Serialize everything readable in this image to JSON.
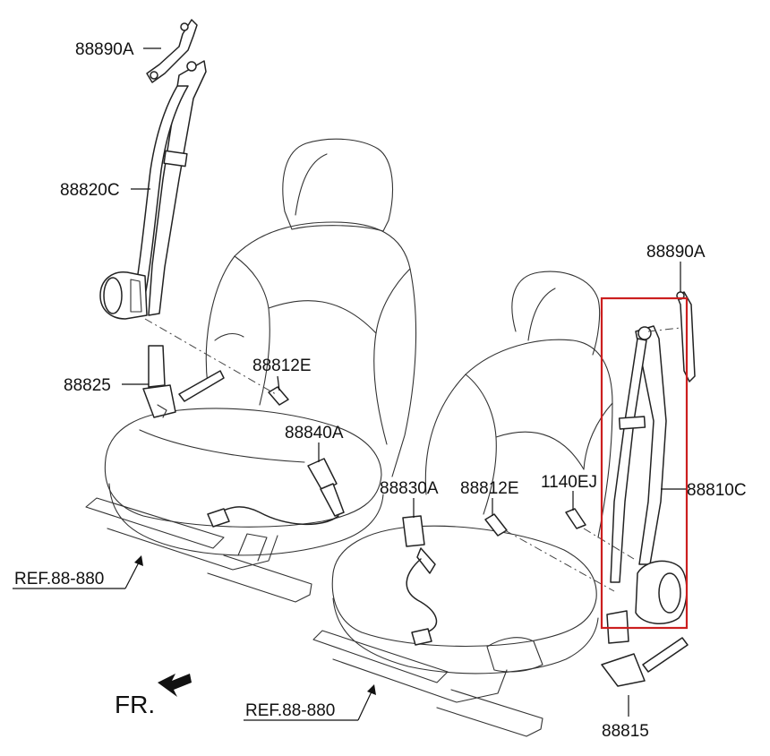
{
  "labels": {
    "rear_anchor_top": "88890A",
    "front_seat_belt": "88820C",
    "front_buckle": "88825",
    "bolt_front": "88812E",
    "center_buckle": "88840A",
    "center_buckle_2": "88830A",
    "bolt_rear": "88812E",
    "bolt_small": "1140EJ",
    "right_anchor": "88890A",
    "right_seat_belt": "88810C",
    "right_buckle": "88815",
    "ref_front": "REF.88-880",
    "ref_rear": "REF.88-880",
    "fr": "FR."
  },
  "colors": {
    "highlight_box": "#cc1f1f",
    "fr_arrow": "#111111"
  },
  "icons": {
    "fr_arrow": "fr-direction-arrow-icon"
  }
}
